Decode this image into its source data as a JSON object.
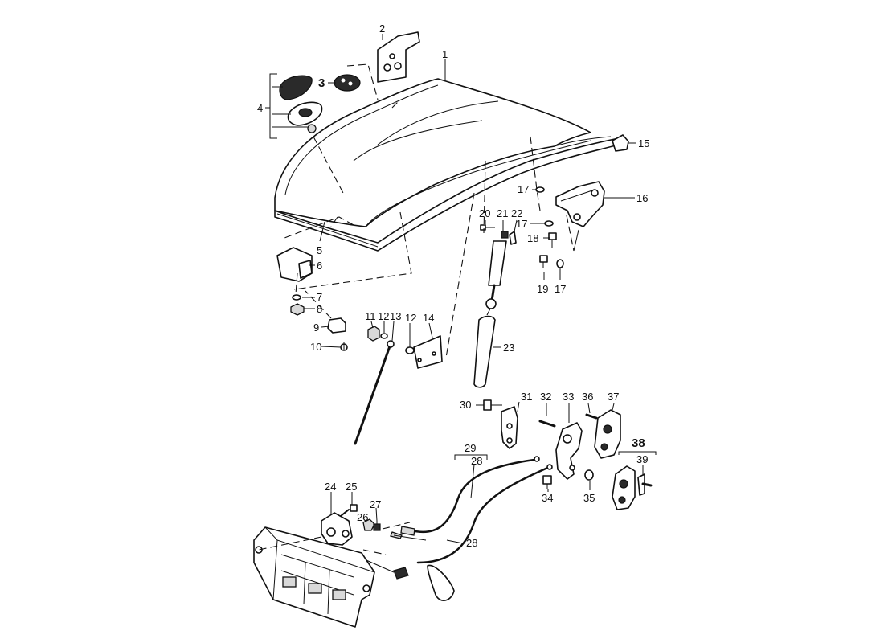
{
  "callouts": {
    "c1": "1",
    "c2": "2",
    "c3": "3",
    "c4": "4",
    "c5": "5",
    "c6": "6",
    "c7": "7",
    "c8": "8",
    "c9": "9",
    "c10": "10",
    "c11": "11",
    "c12a": "12",
    "c12b": "12",
    "c13": "13",
    "c14": "14",
    "c15": "15",
    "c16": "16",
    "c17a": "17",
    "c17b": "17",
    "c17c": "17",
    "c18": "18",
    "c19": "19",
    "c20": "20",
    "c21": "21",
    "c22": "22",
    "c23": "23",
    "c24": "24",
    "c25": "25",
    "c26": "26",
    "c27": "27",
    "c28a": "28",
    "c28b": "28",
    "c29": "29",
    "c30": "30",
    "c31": "31",
    "c32": "32",
    "c33": "33",
    "c34": "34",
    "c35": "35",
    "c36": "36",
    "c37": "37",
    "c38": "38",
    "c39": "39"
  }
}
